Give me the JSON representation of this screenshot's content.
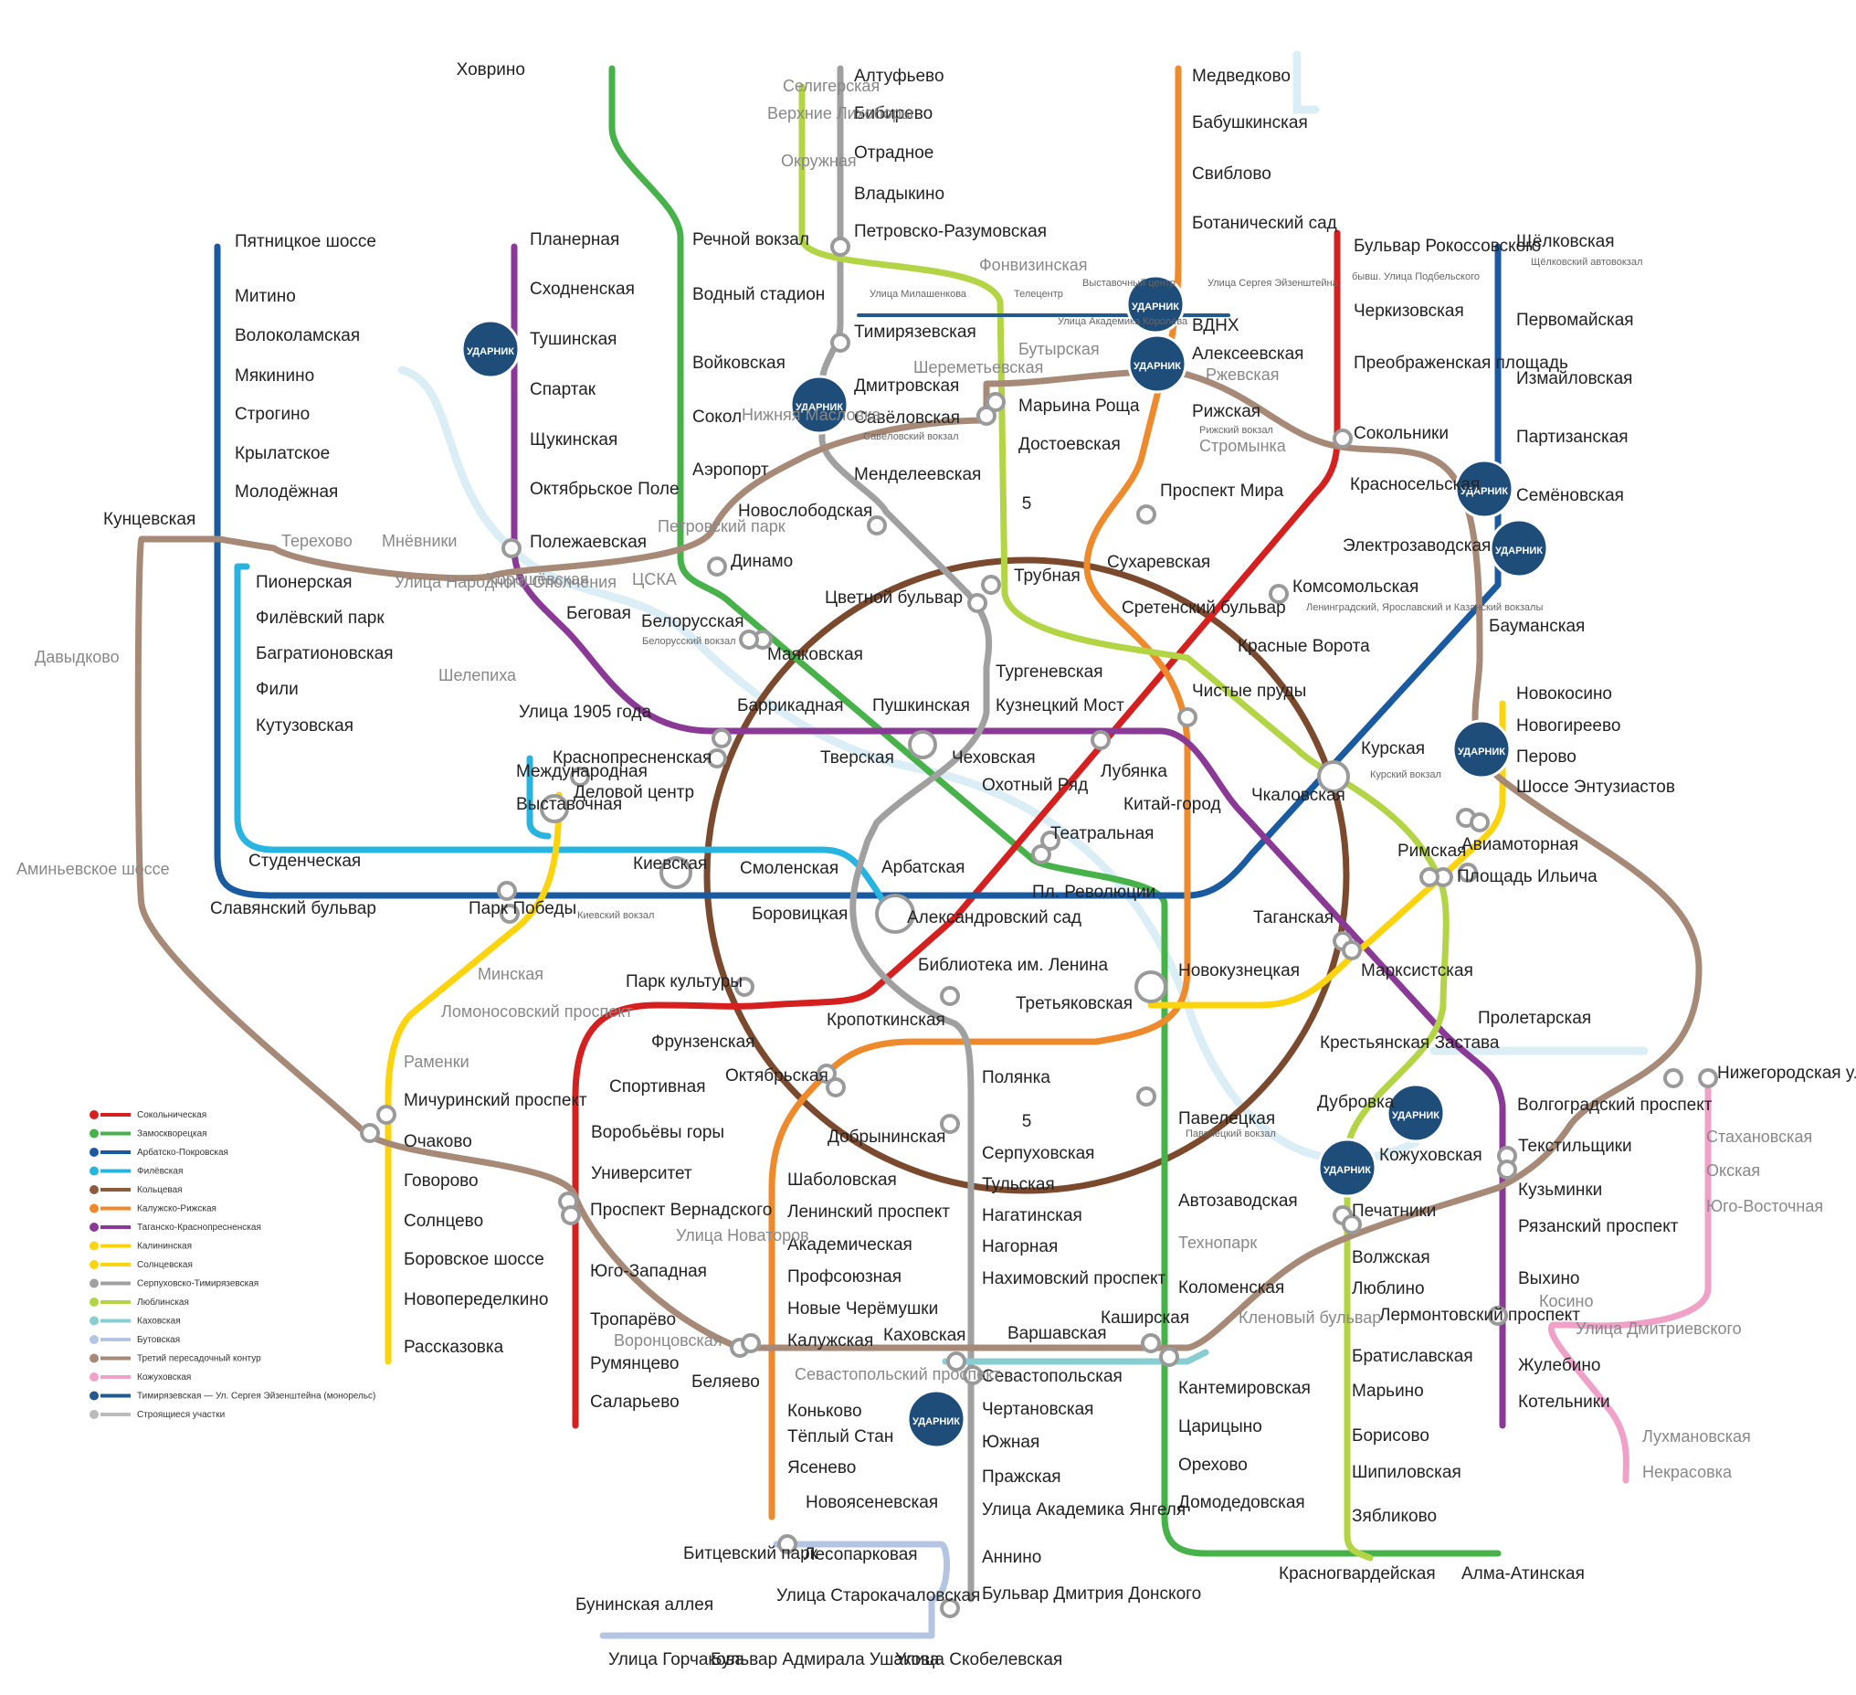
{
  "map": {
    "ring_number": "5",
    "circle_line_label": "5",
    "watermark": "УДАРНИК",
    "lines": [
      {
        "id": "1",
        "name": "Сокольническая",
        "color": "#d6201f"
      },
      {
        "id": "2",
        "name": "Замоскворецкая",
        "color": "#47b14a"
      },
      {
        "id": "3",
        "name": "Арбатско-Покровская",
        "color": "#1a5aa1"
      },
      {
        "id": "4",
        "name": "Филёвская",
        "color": "#28b4e0"
      },
      {
        "id": "5",
        "name": "Кольцевая",
        "color": "#8c5a3c"
      },
      {
        "id": "6",
        "name": "Калужско-Рижская",
        "color": "#ef8a2c"
      },
      {
        "id": "7",
        "name": "Таганско-Краснопресненская",
        "color": "#8a3a96"
      },
      {
        "id": "8",
        "name": "Калининская",
        "color": "#fbd40e"
      },
      {
        "id": "8A",
        "name": "Солнцевская",
        "color": "#fbd40e"
      },
      {
        "id": "9",
        "name": "Серпуховско-Тимирязевская",
        "color": "#a0a0a0"
      },
      {
        "id": "10",
        "name": "Люблинская",
        "color": "#b3d445"
      },
      {
        "id": "11",
        "name": "Каховская",
        "color": "#88cdcf"
      },
      {
        "id": "12",
        "name": "Бутовская",
        "color": "#b4c4e3"
      },
      {
        "id": "13",
        "name": "Третий пересадочный контур",
        "color": "#a68a77"
      },
      {
        "id": "14",
        "name": "Кожуховская",
        "color": "#f0a1c8"
      },
      {
        "id": "M",
        "name": "Тимирязевская — Ул. Сергея Эйзенштейна (монорельс)",
        "color": "#215a8f"
      },
      {
        "id": "",
        "name": "Строящиеся участки",
        "color": "#bbbbbb"
      }
    ],
    "stations": [
      "Ховрино",
      "Речной вокзал",
      "Водный стадион",
      "Войковская",
      "Сокол",
      "Аэропорт",
      "Динамо",
      "Белорусская",
      "Маяковская",
      "Тверская",
      "Театральная",
      "Новокузнецкая",
      "Павелецкая",
      "Автозаводская",
      "Технопарк",
      "Коломенская",
      "Каширская",
      "Кантемировская",
      "Царицыно",
      "Орехово",
      "Домодедовская",
      "Красногвардейская",
      "Алма-Атинская",
      "Бульвар Рокоссовского",
      "бывш. Улица Подбельского",
      "Черкизовская",
      "Преображенская площадь",
      "Сокольники",
      "Красносельская",
      "Комсомольская",
      "Красные Ворота",
      "Чистые пруды",
      "Лубянка",
      "Охотный Ряд",
      "Библиотека им. Ленина",
      "Кропоткинская",
      "Парк культуры",
      "Фрунзенская",
      "Спортивная",
      "Воробьёвы горы",
      "Университет",
      "Проспект Вернадского",
      "Юго-Западная",
      "Тропарёво",
      "Румянцево",
      "Саларьево",
      "Пятницкое шоссе",
      "Митино",
      "Волоколамская",
      "Мякинино",
      "Строгино",
      "Крылатское",
      "Молодёжная",
      "Кунцевская",
      "Славянский бульвар",
      "Парк Победы",
      "Киевская",
      "Смоленская",
      "Арбатская",
      "Пл. Революции",
      "Курская",
      "Бауманская",
      "Электрозаводская",
      "Семёновская",
      "Партизанская",
      "Измайловская",
      "Первомайская",
      "Щёлковская",
      "Щёлковский автовокзал",
      "Пионерская",
      "Филёвский парк",
      "Багратионовская",
      "Фили",
      "Кутузовская",
      "Студенческая",
      "Международная",
      "Выставочная",
      "Деловой центр",
      "Александровский сад",
      "Новослободская",
      "Проспект Мира",
      "Таганская",
      "Октябрьская",
      "Добрынинская",
      "Краснопресненская",
      "Медведково",
      "Бабушкинская",
      "Свиблово",
      "Ботанический сад",
      "ВДНХ",
      "Алексеевская",
      "Рижская",
      "Сухаревская",
      "Тургеневская",
      "Китай-город",
      "Третьяковская",
      "Шаболовская",
      "Ленинский проспект",
      "Академическая",
      "Профсоюзная",
      "Новые Черёмушки",
      "Калужская",
      "Беляево",
      "Коньково",
      "Тёплый Стан",
      "Ясенево",
      "Новоясеневская",
      "Планерная",
      "Сходненская",
      "Тушинская",
      "Спартак",
      "Щукинская",
      "Октябрьское Поле",
      "Полежаевская",
      "Беговая",
      "Улица 1905 года",
      "Баррикадная",
      "Пушкинская",
      "Кузнецкий Мост",
      "Пролетарская",
      "Волгоградский проспект",
      "Текстильщики",
      "Кузьминки",
      "Рязанский проспект",
      "Выхино",
      "Лермонтовский проспект",
      "Жулебино",
      "Котельники",
      "Новокосино",
      "Новогиреево",
      "Перово",
      "Шоссе Энтузиастов",
      "Авиамоторная",
      "Площадь Ильича",
      "Марксистская",
      "Минская",
      "Ломоносовский проспект",
      "Раменки",
      "Мичуринский проспект",
      "Очаково",
      "Говорово",
      "Солнцево",
      "Боровское шоссе",
      "Новопеределкино",
      "Рассказовка",
      "Алтуфьево",
      "Бибирево",
      "Отрадное",
      "Владыкино",
      "Петровско-Разумовская",
      "Тимирязевская",
      "Дмитровская",
      "Савёловская",
      "Менделеевская",
      "Цветной бульвар",
      "Чеховская",
      "Боровицкая",
      "Полянка",
      "Серпуховская",
      "Тульская",
      "Нагатинская",
      "Нагорная",
      "Нахимовский проспект",
      "Севастопольская",
      "Чертановская",
      "Южная",
      "Пражская",
      "Улица Академика Янгеля",
      "Аннино",
      "Бульвар Дмитрия Донского",
      "Селигерская",
      "Верхние Лихоборы",
      "Окружная",
      "Фонвизинская",
      "Бутырская",
      "Марьина Роща",
      "Достоевская",
      "Трубная",
      "Сретенский бульвар",
      "Чкаловская",
      "Римская",
      "Крестьянская Застава",
      "Дубровка",
      "Кожуховская",
      "Печатники",
      "Волжская",
      "Люблино",
      "Братиславская",
      "Марьино",
      "Борисово",
      "Шипиловская",
      "Зябликово",
      "Каховская",
      "Варшавская",
      "Битцевский парк",
      "Лесопарковая",
      "Улица Старокачаловская",
      "Улица Скобелевская",
      "Бульвар Адмирала Ушакова",
      "Улица Горчакова",
      "Бунинская аллея",
      "Хорошёвская",
      "ЦСКА",
      "Петровский парк",
      "Савёловская",
      "Шереметьевская",
      "Ржевская",
      "Стромынка",
      "Нижегородская улица",
      "Терехово",
      "Мнёвники",
      "Улица Народного Ополчения",
      "Шелепиха",
      "Давыдково",
      "Аминьевское шоссе",
      "Улица Новаторов",
      "Воронцовская",
      "Севастопольский проспект",
      "Кленовый бульвар",
      "Косино",
      "Улица Дмитриевского",
      "Лухмановская",
      "Некрасовка",
      "Стахановская",
      "Окская",
      "Юго-Восточная",
      "Улица Милашенкова",
      "Телецентр",
      "Улица Академика Королёва",
      "Выставочный центр",
      "Улица Сергея Эйзенштейна",
      "Белорусский вокзал",
      "Савёловский вокзал",
      "Рижский вокзал",
      "Ленинградский, Ярославский и Казанский вокзалы",
      "Курский вокзал",
      "Киевский вокзал",
      "Павелецкий вокзал",
      "Нижняя Масловка"
    ]
  }
}
